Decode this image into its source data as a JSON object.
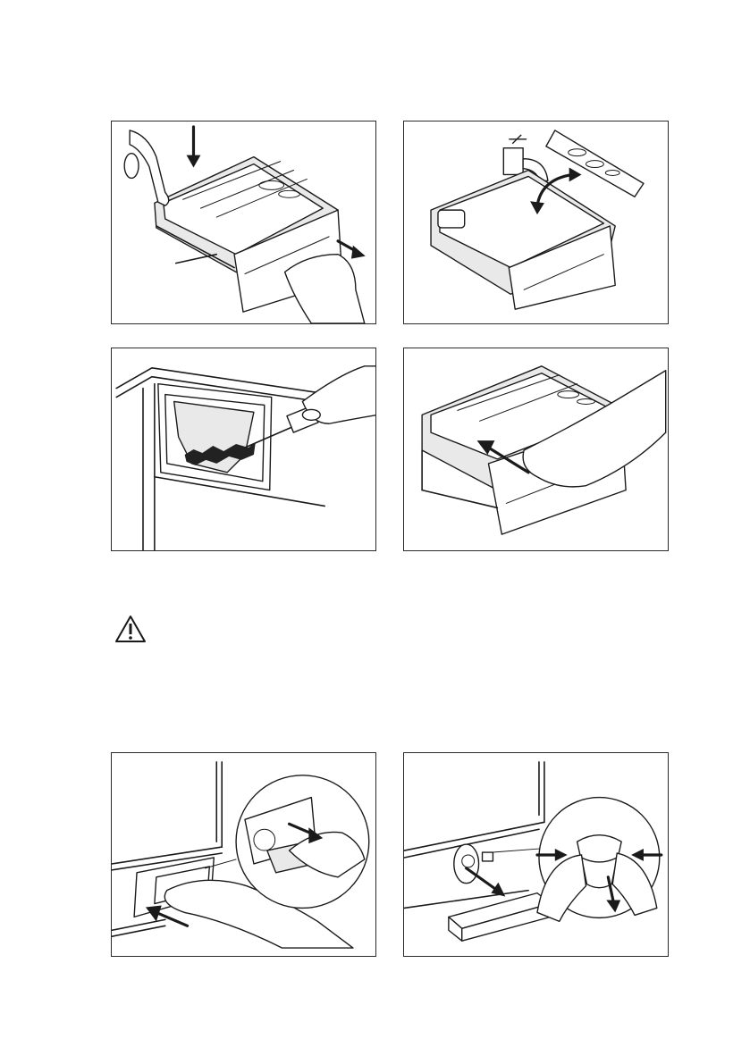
{
  "document": {
    "figures": [
      {
        "id": "remove-dispenser",
        "icon": "press-release-and-pull-drawer"
      },
      {
        "id": "rinse-dispenser",
        "icon": "tap-water-rinse"
      },
      {
        "id": "brush-recess",
        "icon": "brush-cleaning"
      },
      {
        "id": "reinsert-dispenser",
        "icon": "push-drawer-in"
      },
      {
        "id": "open-filter-cover",
        "icon": "open-flap"
      },
      {
        "id": "drain-filter",
        "icon": "emergency-drain-tube"
      }
    ],
    "warning_icon": "warning-triangle-icon",
    "colors": {
      "line": "#1a1a1a",
      "border": "#2a2a2a",
      "background": "#ffffff"
    }
  }
}
